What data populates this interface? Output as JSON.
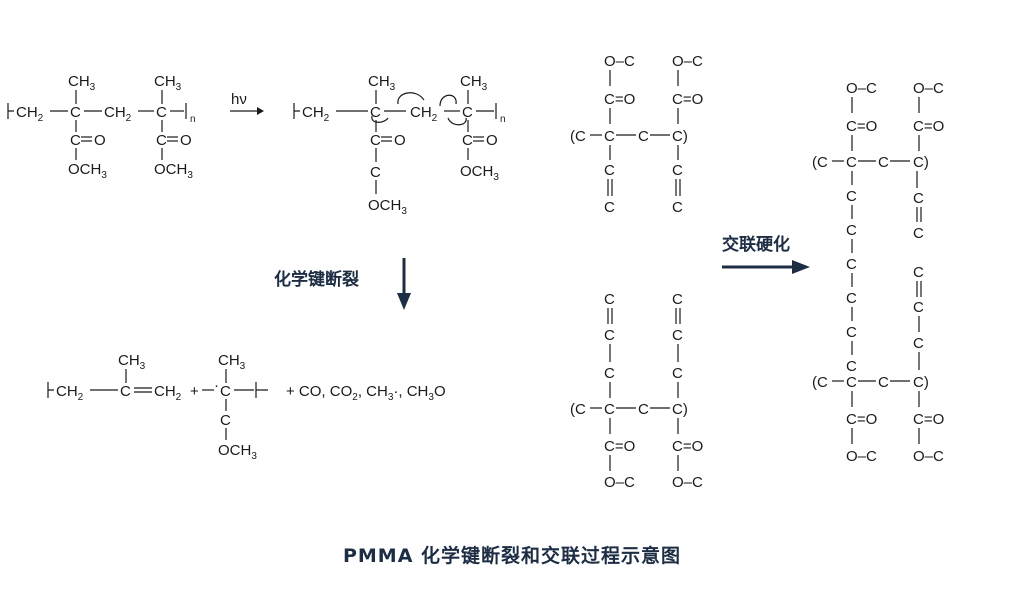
{
  "labels": {
    "scission": "化学键断裂",
    "crosslink": "交联硬化",
    "hv": "hν",
    "caption": "PMMA 化学键断裂和交联过程示意图"
  },
  "chem": {
    "ch3": "CH",
    "three": "3",
    "two": "2",
    "n": "n",
    "c": "C",
    "o": "O",
    "och3_o": "OCH",
    "co_dbl": "C=O",
    "oc_link": "O–C",
    "ch2": "CH",
    "paren_open_c": "(C",
    "c_paren_close": "C)",
    "dash": "–",
    "products_1": "+ CO, CO",
    "products_2": ", CH",
    "products_3": "·, CH",
    "products_4": "O",
    "plus": "+",
    "dot": "·"
  },
  "colors": {
    "ink": "#1a1a1a",
    "accent": "#1d2d44"
  }
}
